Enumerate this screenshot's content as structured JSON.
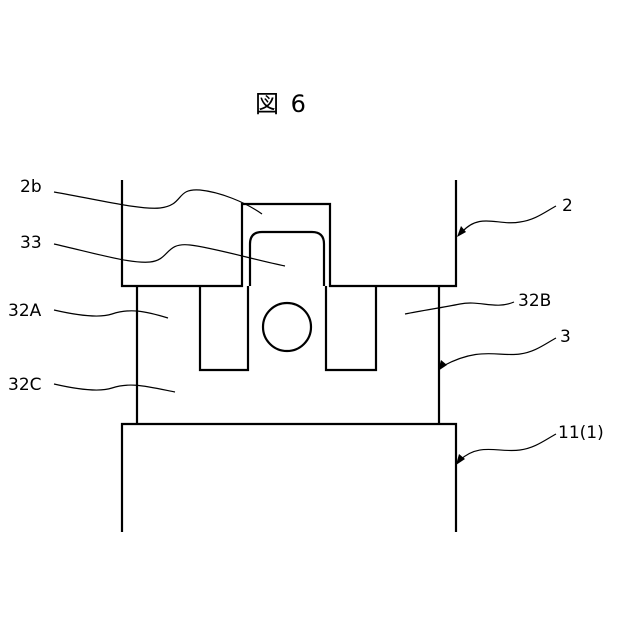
{
  "figure": {
    "title": "図 6",
    "labels": {
      "l_2b": "2b",
      "l_33": "33",
      "l_32A": "32A",
      "l_32C": "32C",
      "l_2": "2",
      "l_32B": "32B",
      "l_3": "3",
      "l_11": "11(1)"
    }
  }
}
